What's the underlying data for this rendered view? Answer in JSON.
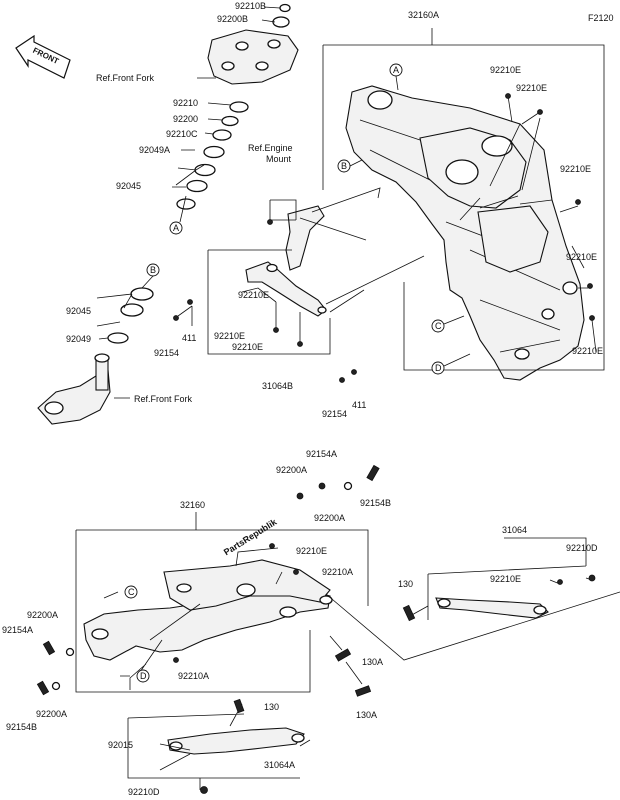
{
  "figure_code": "F2120",
  "front_label": "FRONT",
  "watermark": "PartsRepublik",
  "refs": {
    "front_fork_top": "Ref.Front Fork",
    "front_fork_bottom": "Ref.Front Fork",
    "engine_mount_line1": "Ref.Engine",
    "engine_mount_line2": "Mount"
  },
  "callouts": {
    "a": "A",
    "b": "B",
    "c": "C",
    "d": "D"
  },
  "parts": {
    "p92210b": "92210B",
    "p92200b": "92200B",
    "p32160a": "32160A",
    "p92210": "92210",
    "p92200": "92200",
    "p92210c": "92210C",
    "p92049a": "92049A",
    "p92045_top": "92045",
    "p92210e_1": "92210E",
    "p92210e_2": "92210E",
    "p92210e_3": "92210E",
    "p92210e_4": "92210E",
    "p92210e_5": "92210E",
    "p92045_bot": "92045",
    "p92049": "92049",
    "p92154_l": "92154",
    "p411_l": "411",
    "p92210e_6": "92210E",
    "p92210e_7": "92210E",
    "p92210e_8": "92210E",
    "p31064b": "31064B",
    "p92154_m": "92154",
    "p411_m": "411",
    "p92154a_top": "92154A",
    "p92200a_top": "92200A",
    "p92154b_top": "92154B",
    "p92200a_mid": "92200A",
    "p32160": "32160",
    "p92210e_9": "92210E",
    "p92210a_1": "92210A",
    "p92200a_left": "92200A",
    "p92154a_left": "92154A",
    "p92210a_2": "92210A",
    "p92200a_bot": "92200A",
    "p92154b_bot": "92154B",
    "p130a_1": "130A",
    "p130a_2": "130A",
    "p31064": "31064",
    "p92210d_r": "92210D",
    "p92210e_10": "92210E",
    "p130_r": "130",
    "p130_b": "130",
    "p92015": "92015",
    "p31064a": "31064A",
    "p92210d_b": "92210D"
  }
}
